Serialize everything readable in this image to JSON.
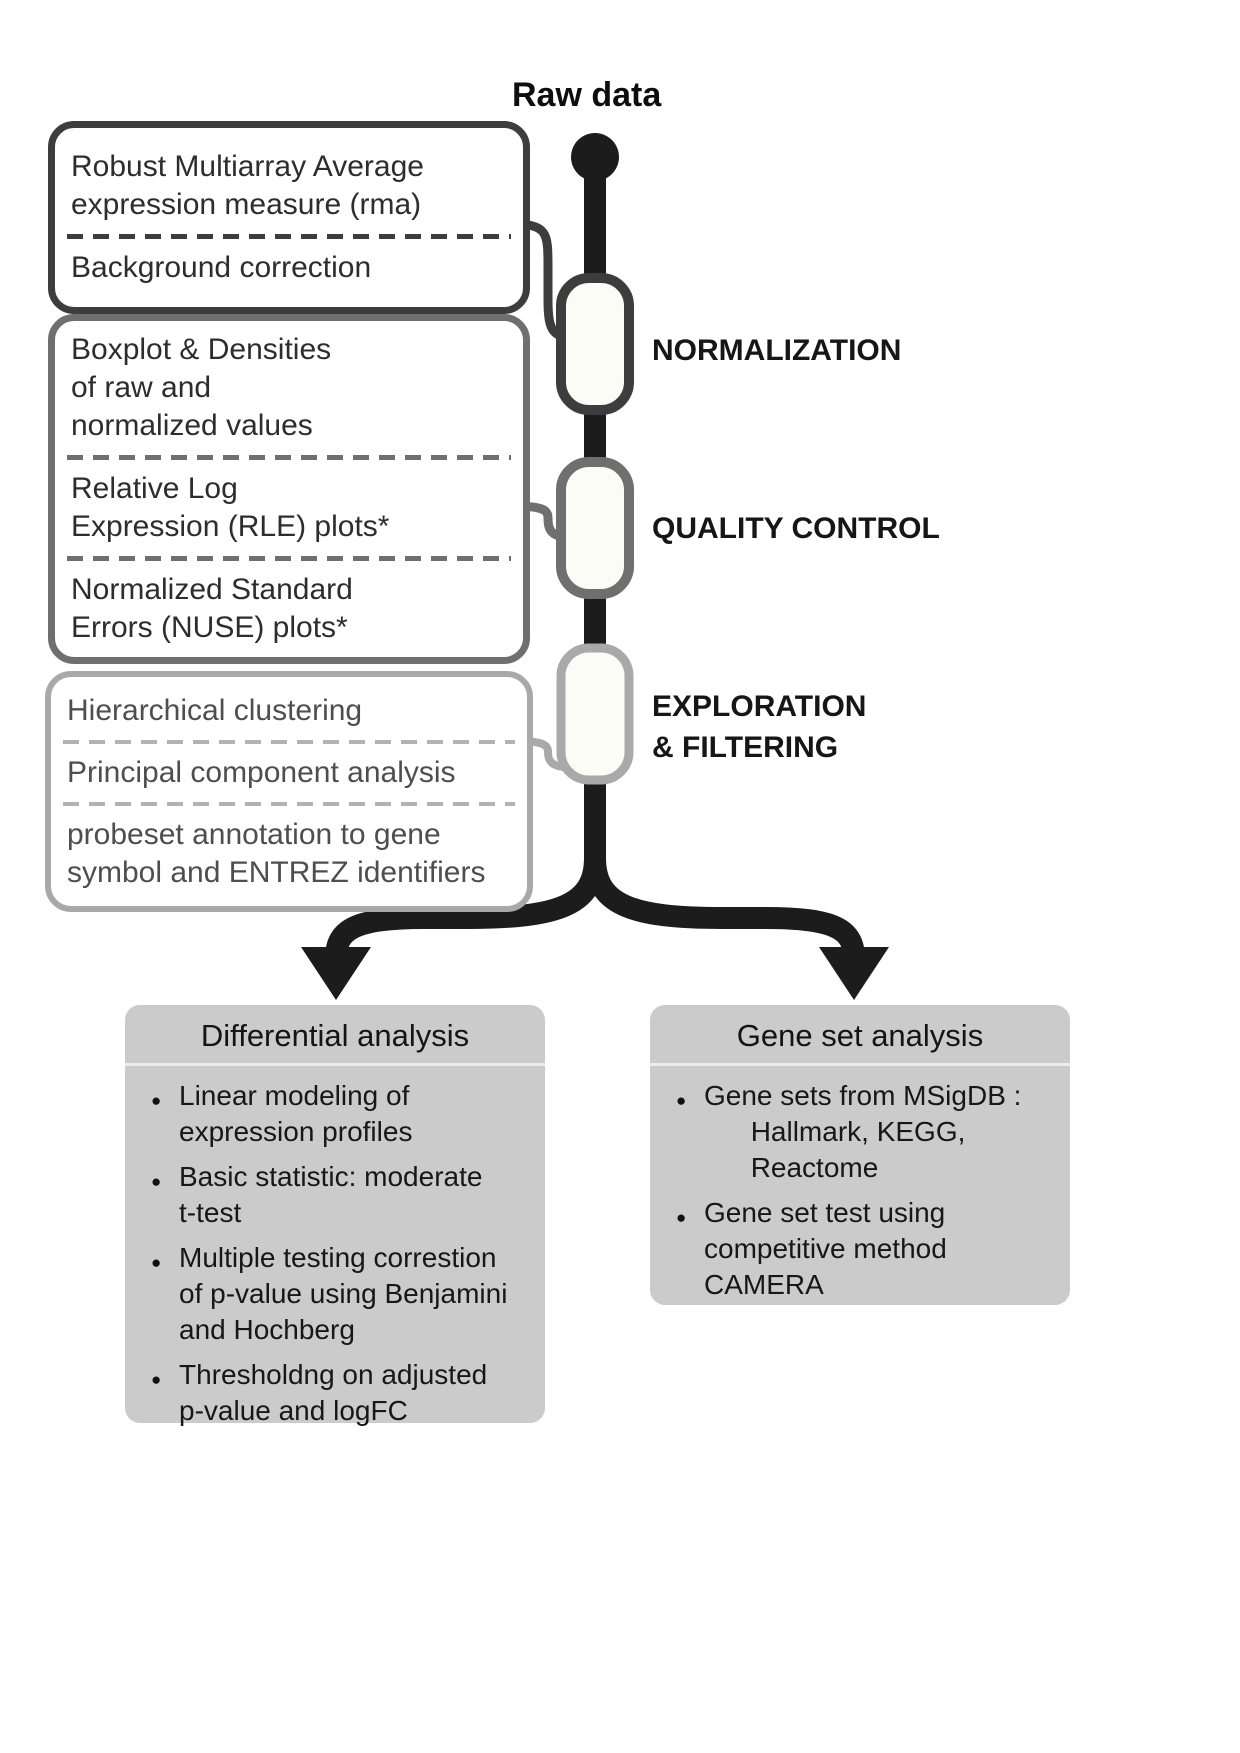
{
  "header": {
    "raw_data_label": "Raw data"
  },
  "pipeline": {
    "stages": [
      {
        "label": "NORMALIZATION",
        "box_items": [
          "Robust Multiarray Average\nexpression measure (rma)",
          "Background correction"
        ]
      },
      {
        "label": "QUALITY CONTROL",
        "box_items": [
          "Boxplot & Densities\nof raw and\nnormalized values",
          "Relative Log\nExpression (RLE) plots*",
          "Normalized Standard\nErrors (NUSE) plots*"
        ]
      },
      {
        "label": "EXPLORATION\n& FILTERING",
        "box_items": [
          "Hierarchical clustering",
          "Principal component analysis",
          "probeset annotation to gene\nsymbol and ENTREZ identifiers"
        ]
      }
    ]
  },
  "outputs": {
    "differential": {
      "title": "Differential analysis",
      "bullets": [
        "Linear modeling of\nexpression profiles",
        "Basic statistic: moderate\nt-test",
        "Multiple testing correstion\nof p-value using Benjamini\nand Hochberg",
        "Thresholdng on adjusted\np-value and logFC"
      ]
    },
    "gene_set": {
      "title": "Gene set analysis",
      "bullets": [
        "Gene sets from MSigDB :\n      Hallmark, KEGG,\n      Reactome",
        "Gene set test using\ncompetitive method\nCAMERA"
      ]
    }
  },
  "colors": {
    "flow_line": "#1c1c1c",
    "stage1_border": "#3d3d3d",
    "stage2_border": "#6f6f6f",
    "stage3_border": "#a9a9a9",
    "pill_fill": "#fcfcf7",
    "output_box_bg": "#cbcbcb"
  }
}
